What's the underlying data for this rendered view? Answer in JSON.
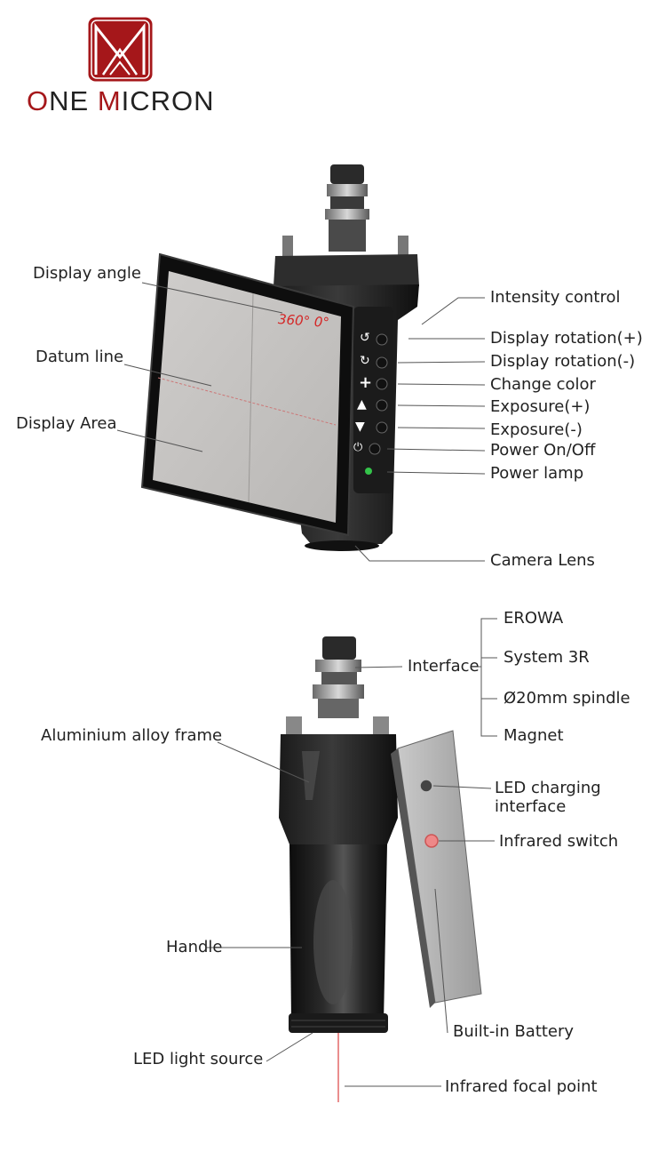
{
  "brand": {
    "name_o": "O",
    "name_ne": "NE ",
    "name_m": "M",
    "name_icron": "ICRON",
    "accent": "#a5171a"
  },
  "screen": {
    "angle_readout": "360°  0°"
  },
  "buttons": [
    {
      "icon": "rotate-ccw-icon",
      "glyph": "↺"
    },
    {
      "icon": "rotate-cw-icon",
      "glyph": "↻"
    },
    {
      "icon": "plus-icon",
      "glyph": "+"
    },
    {
      "icon": "triangle-up-icon",
      "glyph": "▲"
    },
    {
      "icon": "triangle-down-icon",
      "glyph": "▼"
    },
    {
      "icon": "power-icon",
      "glyph": "⏻"
    }
  ],
  "labels_top_left": {
    "display_angle": "Display angle",
    "datum_line": "Datum line",
    "display_area": "Display Area"
  },
  "labels_top_right": {
    "intensity_control": "Intensity control",
    "rotation_plus": "Display rotation(+)",
    "rotation_minus": "Display rotation(-)",
    "change_color": "Change color",
    "exposure_plus": "Exposure(+)",
    "exposure_minus": "Exposure(-)",
    "power": "Power On/Off",
    "power_lamp": "Power lamp",
    "camera_lens": "Camera Lens"
  },
  "labels_bottom": {
    "interface": "Interface",
    "erowa": "EROWA",
    "system3r": "System 3R",
    "spindle": "Ø20mm spindle",
    "magnet": "Magnet",
    "frame": "Aluminium alloy frame",
    "led_charging_1": "LED charging",
    "led_charging_2": "interface",
    "infrared_switch": "Infrared switch",
    "handle": "Handle",
    "battery": "Built-in Battery",
    "led_light": "LED light source",
    "infrared_focal": "Infrared focal point"
  }
}
